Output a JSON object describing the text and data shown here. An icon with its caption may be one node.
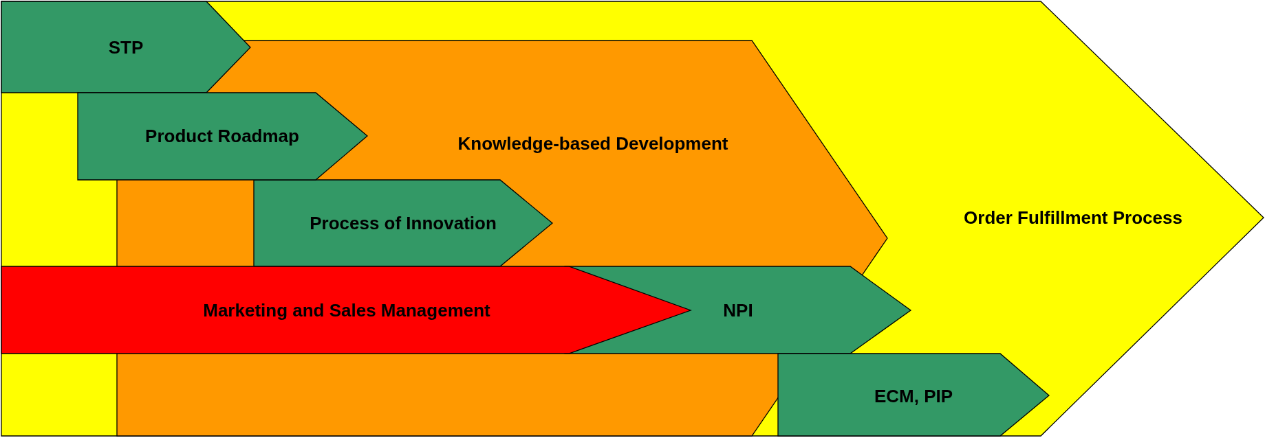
{
  "diagram": {
    "nodes": [
      {
        "text": [
          "Order Fulfillment Process"
        ]
      },
      {
        "text": [
          "Knowledge-based Development"
        ],
        "in": 0
      },
      {
        "text": [
          "STP"
        ],
        "in": 0
      },
      {
        "text": [
          "Product Roadmap"
        ],
        "in": 0
      },
      {
        "text": [
          "Process of Innovation"
        ],
        "in": 1
      },
      {
        "text": [
          "Marketing and Sales Management"
        ],
        "in": 0
      },
      {
        "text": [
          "NPI"
        ],
        "in": 0
      },
      {
        "text": [
          "ECM, PIP"
        ],
        "in": 0
      }
    ]
  }
}
